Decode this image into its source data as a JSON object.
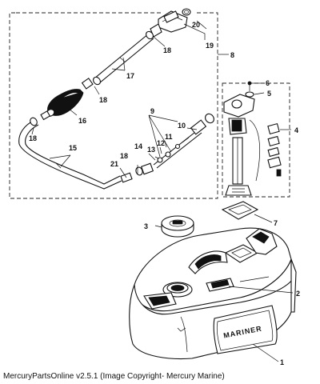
{
  "caption": "MercuryPartsOnline v2.5.1 (Image Copyright- Mercury Marine)",
  "tank_brand": "MARINER",
  "callouts": {
    "c1": "1",
    "c2": "2",
    "c3": "3",
    "c4": "4",
    "c5": "5",
    "c6": "6",
    "c7": "7",
    "c8": "8",
    "c9": "9",
    "c10": "10",
    "c11": "11",
    "c12": "12",
    "c13": "13",
    "c14": "14",
    "c15": "15",
    "c16": "16",
    "c17": "17",
    "c18a": "18",
    "c18b": "18",
    "c18c": "18",
    "c18d": "18",
    "c19": "19",
    "c20": "20",
    "c21": "21"
  }
}
